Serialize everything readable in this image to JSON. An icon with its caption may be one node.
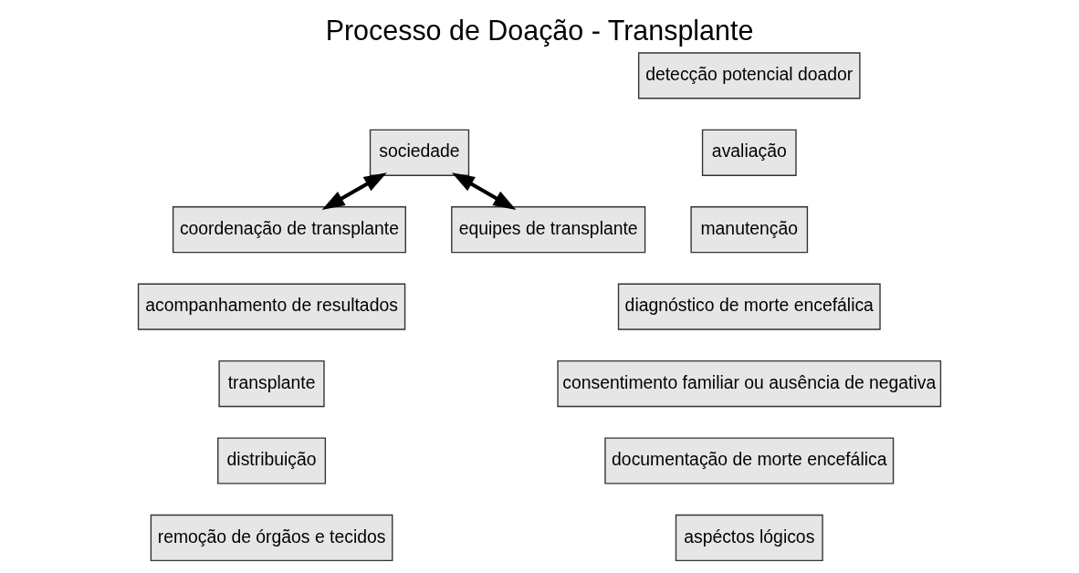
{
  "diagram": {
    "title": "Processo de Doação - Transplante",
    "nodes": [
      {
        "text": [
          "sociedade"
        ]
      },
      {
        "text": [
          "detecção potencial doador"
        ]
      },
      {
        "text": [
          "avaliação"
        ]
      },
      {
        "text": [
          "manutenção"
        ]
      },
      {
        "text": [
          "diagnóstico de morte encefálica"
        ]
      },
      {
        "text": [
          "consentimento familiar ou ausência de negativa"
        ]
      },
      {
        "text": [
          "documentação de morte encefálica"
        ]
      },
      {
        "text": [
          "aspéctos lógicos"
        ]
      },
      {
        "text": [
          "remoção de órgãos e tecidos"
        ]
      },
      {
        "text": [
          "distribuição"
        ]
      },
      {
        "text": [
          "transplante"
        ]
      },
      {
        "text": [
          "acompanhamento de resultados"
        ]
      },
      {
        "text": [
          "coordenação de transplante"
        ]
      },
      {
        "text": [
          "equipes de transplante"
        ]
      }
    ],
    "edges": [
      {
        "from": 0,
        "to": 13,
        "arrow": "both"
      },
      {
        "from": 0,
        "to": 12,
        "arrow": "both"
      }
    ]
  }
}
